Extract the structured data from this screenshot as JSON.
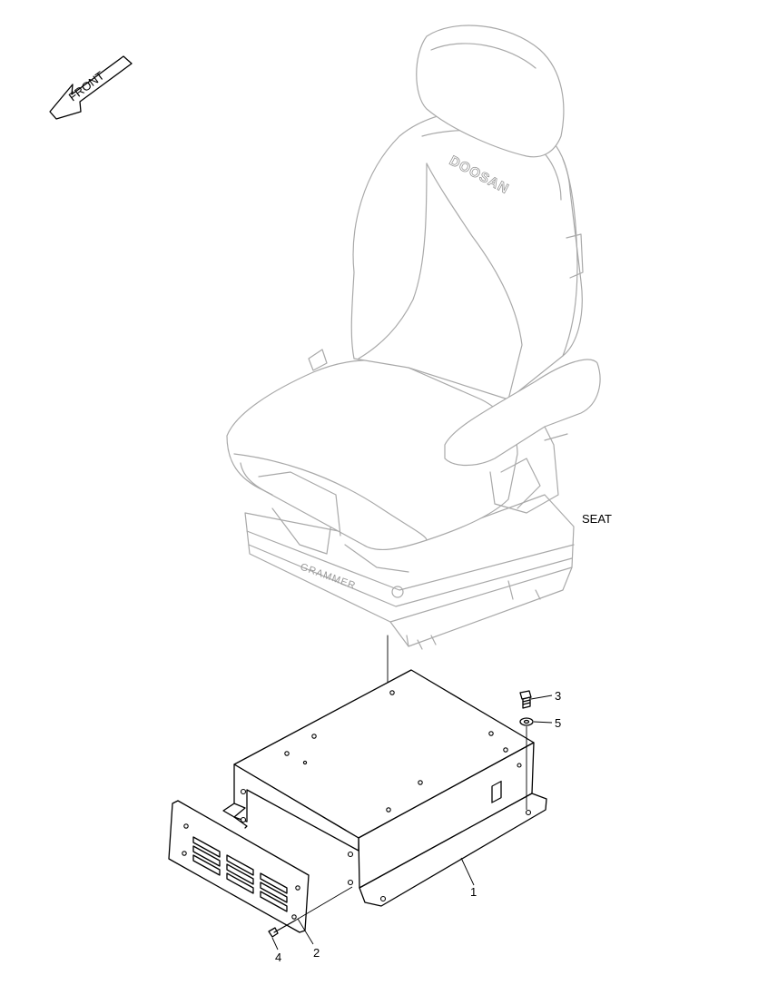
{
  "direction_arrow": {
    "label": "FRONT"
  },
  "seat": {
    "label": "SEAT",
    "backrest_logo": "DOOSAN",
    "base_logo": "GRAMMER"
  },
  "callouts": [
    {
      "number": "1"
    },
    {
      "number": "2"
    },
    {
      "number": "3"
    },
    {
      "number": "4"
    },
    {
      "number": "5"
    }
  ]
}
